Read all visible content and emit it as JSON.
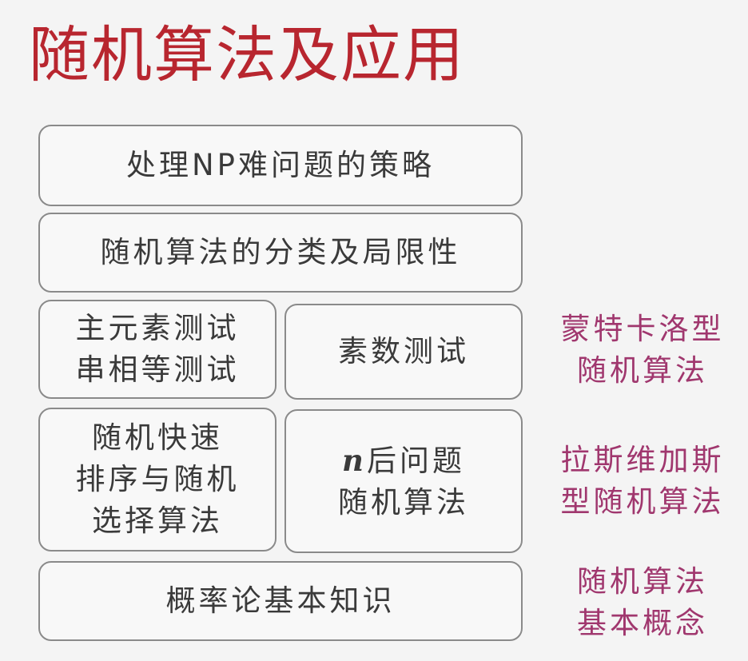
{
  "title": "随机算法及应用",
  "boxes": {
    "np_strategy": "处理NP难问题的策略",
    "classification": "随机算法的分类及局限性",
    "primality_tests_group": "主元素测试\n串相等测试",
    "primality_test": "素数测试",
    "quicksort_select": "随机快速\n排序与随机\n选择算法",
    "n_queens_var": "n",
    "n_queens_rest": "后问题\n随机算法",
    "probability_basics": "概率论基本知识"
  },
  "labels": {
    "monte_carlo": "蒙特卡洛型\n随机算法",
    "las_vegas": "拉斯维加斯\n型随机算法",
    "basic_concepts": "随机算法\n基本概念"
  },
  "colors": {
    "title": "#b8262f",
    "side_label": "#a0376e",
    "box_border": "#8a8a8a",
    "text": "#3a3a3a",
    "background": "#f4f4f4"
  }
}
